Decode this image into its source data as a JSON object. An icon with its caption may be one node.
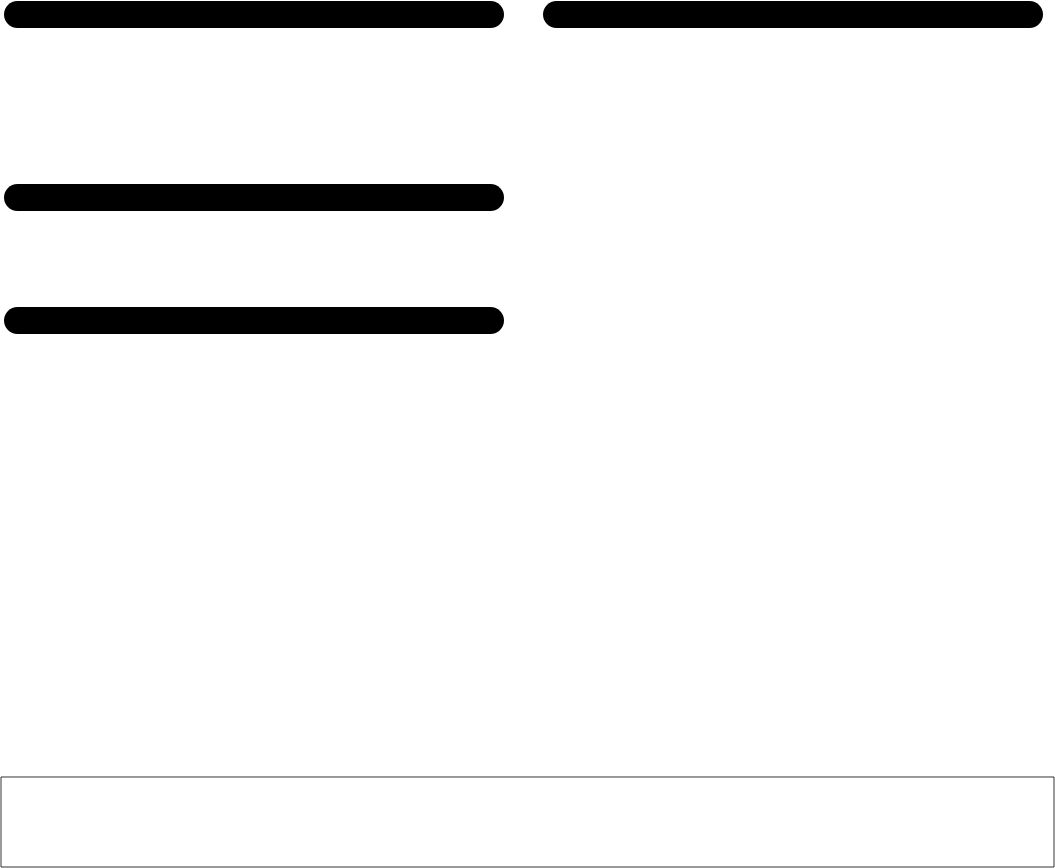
{
  "diagram": {
    "nodes": [
      {
        "text": [],
        "shape": "bar"
      },
      {
        "text": [],
        "shape": "bar"
      },
      {
        "text": [],
        "shape": "bar"
      },
      {
        "text": [],
        "shape": "bar"
      },
      {
        "text": [],
        "shape": "box"
      }
    ]
  }
}
